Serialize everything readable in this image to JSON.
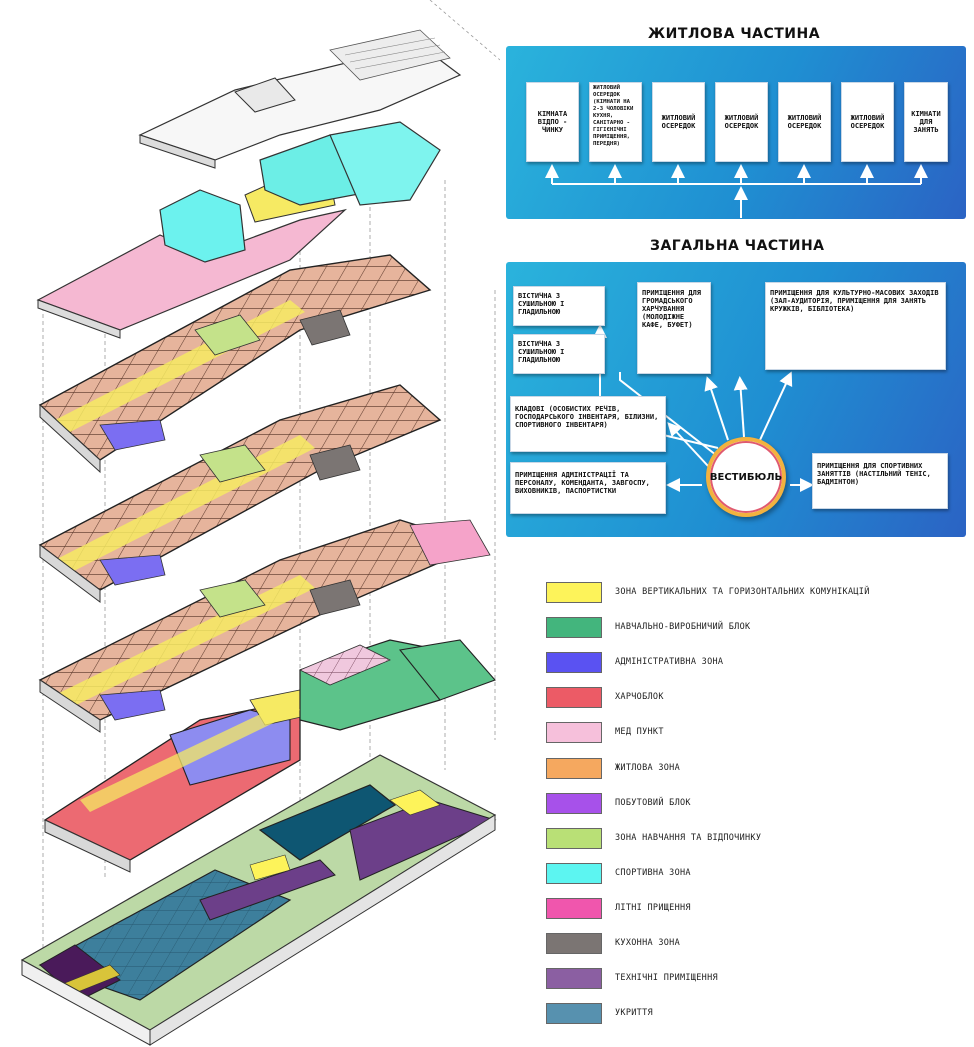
{
  "residential": {
    "title": "ЖИТЛОВА ЧАСТИНА",
    "rooms": [
      "КІМНАТА ВІДПО - ЧИНКУ",
      "ЖИТЛОВИЙ ОСЕРЕДОК (КІМНАТИ НА 2-3 ЧОЛОВІКИ КУХНЯ, САНІТАРНО - ГІГІЄНІЧНІ ПРИМІЩЕННЯ, ПЕРЕДНЯ)",
      "ЖИТЛОВИЙ ОСЕРЕДОК",
      "ЖИТЛОВИЙ ОСЕРЕДОК",
      "ЖИТЛОВИЙ ОСЕРЕДОК",
      "ЖИТЛОВИЙ ОСЕРЕДОК",
      "КІМНАТИ ДЛЯ ЗАНЯТЬ"
    ]
  },
  "common": {
    "title": "ЗАГАЛЬНА ЧАСТИНА",
    "hub": "ВЕСТИБЮЛЬ",
    "rooms": {
      "vestibule_1": "ВІСТИЧНА З СУШИЛЬНОЮ І ГЛАДИЛЬНОЮ",
      "vestibule_2": "ВІСТИЧНА З СУШИЛЬНОЮ І ГЛАДИЛЬНОЮ",
      "catering": "ПРИМІЩЕННЯ ДЛЯ ГРОМАДСЬКОГО ХАРЧУВАННЯ (МОЛОДІЖНЕ КАФЕ, БУФЕТ)",
      "culture": "ПРИМІЩЕННЯ ДЛЯ КУЛЬТУРНО-МАСОВИХ ЗАХОДІВ (ЗАЛ-АУДИТОРІЯ, ПРИМІЩЕННЯ ДЛЯ ЗАНЯТЬ КРУЖКІВ, БІБЛІОТЕКА)",
      "storage": "КЛАДОВІ (ОСОБИСТИХ РЕЧІВ, ГОСПОДАРСЬКОГО ІНВЕНТАРЯ, БІЛИЗНИ, СПОРТИВНОГО ІНВЕНТАРЯ)",
      "admin": "ПРИМІЩЕННЯ АДМІНІСТРАЦІЇ ТА ПЕРСОНАЛУ, КОМЕНДАНТА, ЗАВГОСПУ, ВИХОВНИКІВ, ПАСПОРТИСТКИ",
      "sports": "ПРИМІЩЕННЯ ДЛЯ СПОРТИВНИХ ЗАНЯТТІВ (НАСТІЛЬНИЙ ТЕНІС, БАДМІНТОН)"
    }
  },
  "legend": [
    {
      "label": "ЗОНА ВЕРТИКАЛЬНИХ ТА ГОРИЗОНТАЛЬНИХ КОМУНІКАЦІЙ",
      "color": "#fdf35a"
    },
    {
      "label": "НАВЧАЛЬНО-ВИРОБНИЧИЙ БЛОК",
      "color": "#43b57d"
    },
    {
      "label": "АДМІНІСТРАТИВНА ЗОНА",
      "color": "#5a52f2"
    },
    {
      "label": "ХАРЧОБЛОК",
      "color": "#ec5b66"
    },
    {
      "label": "МЕД ПУНКТ",
      "color": "#f6c0db"
    },
    {
      "label": "ЖИТЛОВА ЗОНА",
      "color": "#f5a85f"
    },
    {
      "label": "ПОБУТОВИЙ БЛОК",
      "color": "#a751ea"
    },
    {
      "label": "ЗОНА НАВЧАННЯ ТА ВІДПОЧИНКУ",
      "color": "#b9e076"
    },
    {
      "label": "СПОРТИВНА ЗОНА",
      "color": "#5cf5f1"
    },
    {
      "label": "ЛІТНІ ПРИЩЕННЯ",
      "color": "#f056ad"
    },
    {
      "label": "КУХОННА ЗОНА",
      "color": "#7b7573"
    },
    {
      "label": "ТЕХНІЧНІ ПРИМІЩЕННЯ",
      "color": "#8b5fa2"
    },
    {
      "label": "УКРИТТЯ",
      "color": "#5791af"
    }
  ]
}
